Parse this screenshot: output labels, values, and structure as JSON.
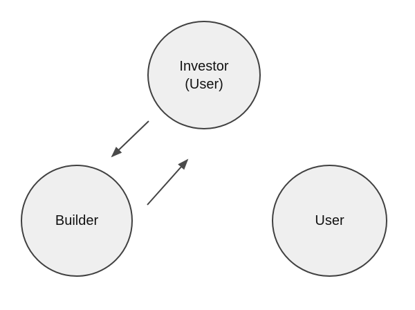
{
  "diagram": {
    "nodes": [
      {
        "id": "investor",
        "lines": [
          "Investor",
          "(User)"
        ]
      },
      {
        "id": "builder",
        "lines": [
          "Builder"
        ]
      },
      {
        "id": "user",
        "lines": [
          "User"
        ]
      }
    ],
    "edges": [
      {
        "from": "investor",
        "to": "builder",
        "direction": "down-left"
      },
      {
        "from": "builder",
        "to": "investor",
        "direction": "up-right"
      }
    ],
    "colors": {
      "background": "#ffffff",
      "node_fill": "#efefef",
      "node_border": "#404040",
      "arrow": "#444444",
      "text": "#111111"
    }
  }
}
